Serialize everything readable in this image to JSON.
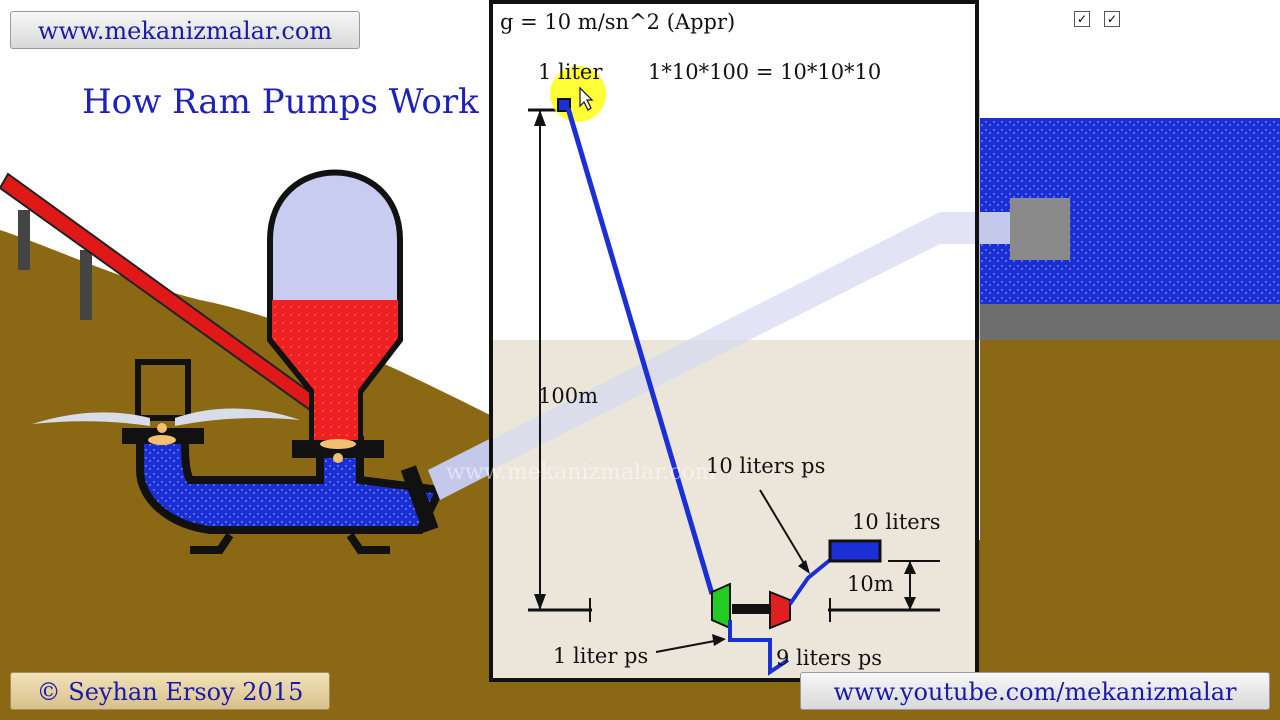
{
  "header": {
    "website_button": "www.mekanizmalar.com",
    "title": "How Ram Pumps Work"
  },
  "checkboxes": [
    {
      "checked": true
    },
    {
      "checked": true
    }
  ],
  "panel": {
    "formula_g": "g = 10 m/sn^2  (Appr)",
    "label_1_liter": "1 liter",
    "equation": "1*10*100 = 10*10*10",
    "label_height_100": "100m",
    "label_flow_10": "10 liters ps",
    "label_10_liters": "10 liters",
    "label_height_10": "10m",
    "label_flow_1": "1 liter ps",
    "label_flow_9": "9 liters ps"
  },
  "watermark": "www.mekanizmalar.com",
  "footer": {
    "copyright_button": "© Seyhan Ersoy 2015",
    "youtube_button": "www.youtube.com/mekanizmalar"
  },
  "colors": {
    "water": "#1a2fd6",
    "soil": "#8b6914",
    "pipe_red": "#e01818",
    "air_chamber": "#c8ccf0",
    "valve_green": "#22cc22",
    "valve_red": "#e02020",
    "cursor_highlight": "#ffff22"
  }
}
